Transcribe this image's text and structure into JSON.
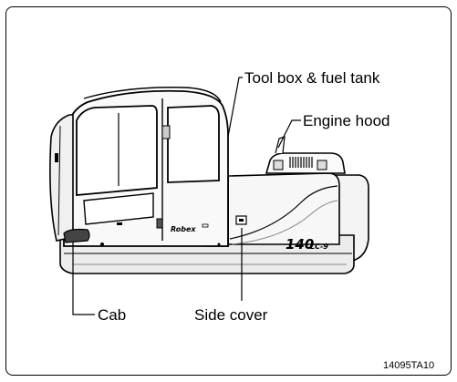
{
  "labels": {
    "tool_box": "Tool box & fuel tank",
    "engine_hood": "Engine hood",
    "cab": "Cab",
    "side_cover": "Side cover"
  },
  "decals": {
    "brand": "Robex",
    "model_number": "140",
    "model_suffix": "LC-9"
  },
  "figure_code": "14095TA10"
}
